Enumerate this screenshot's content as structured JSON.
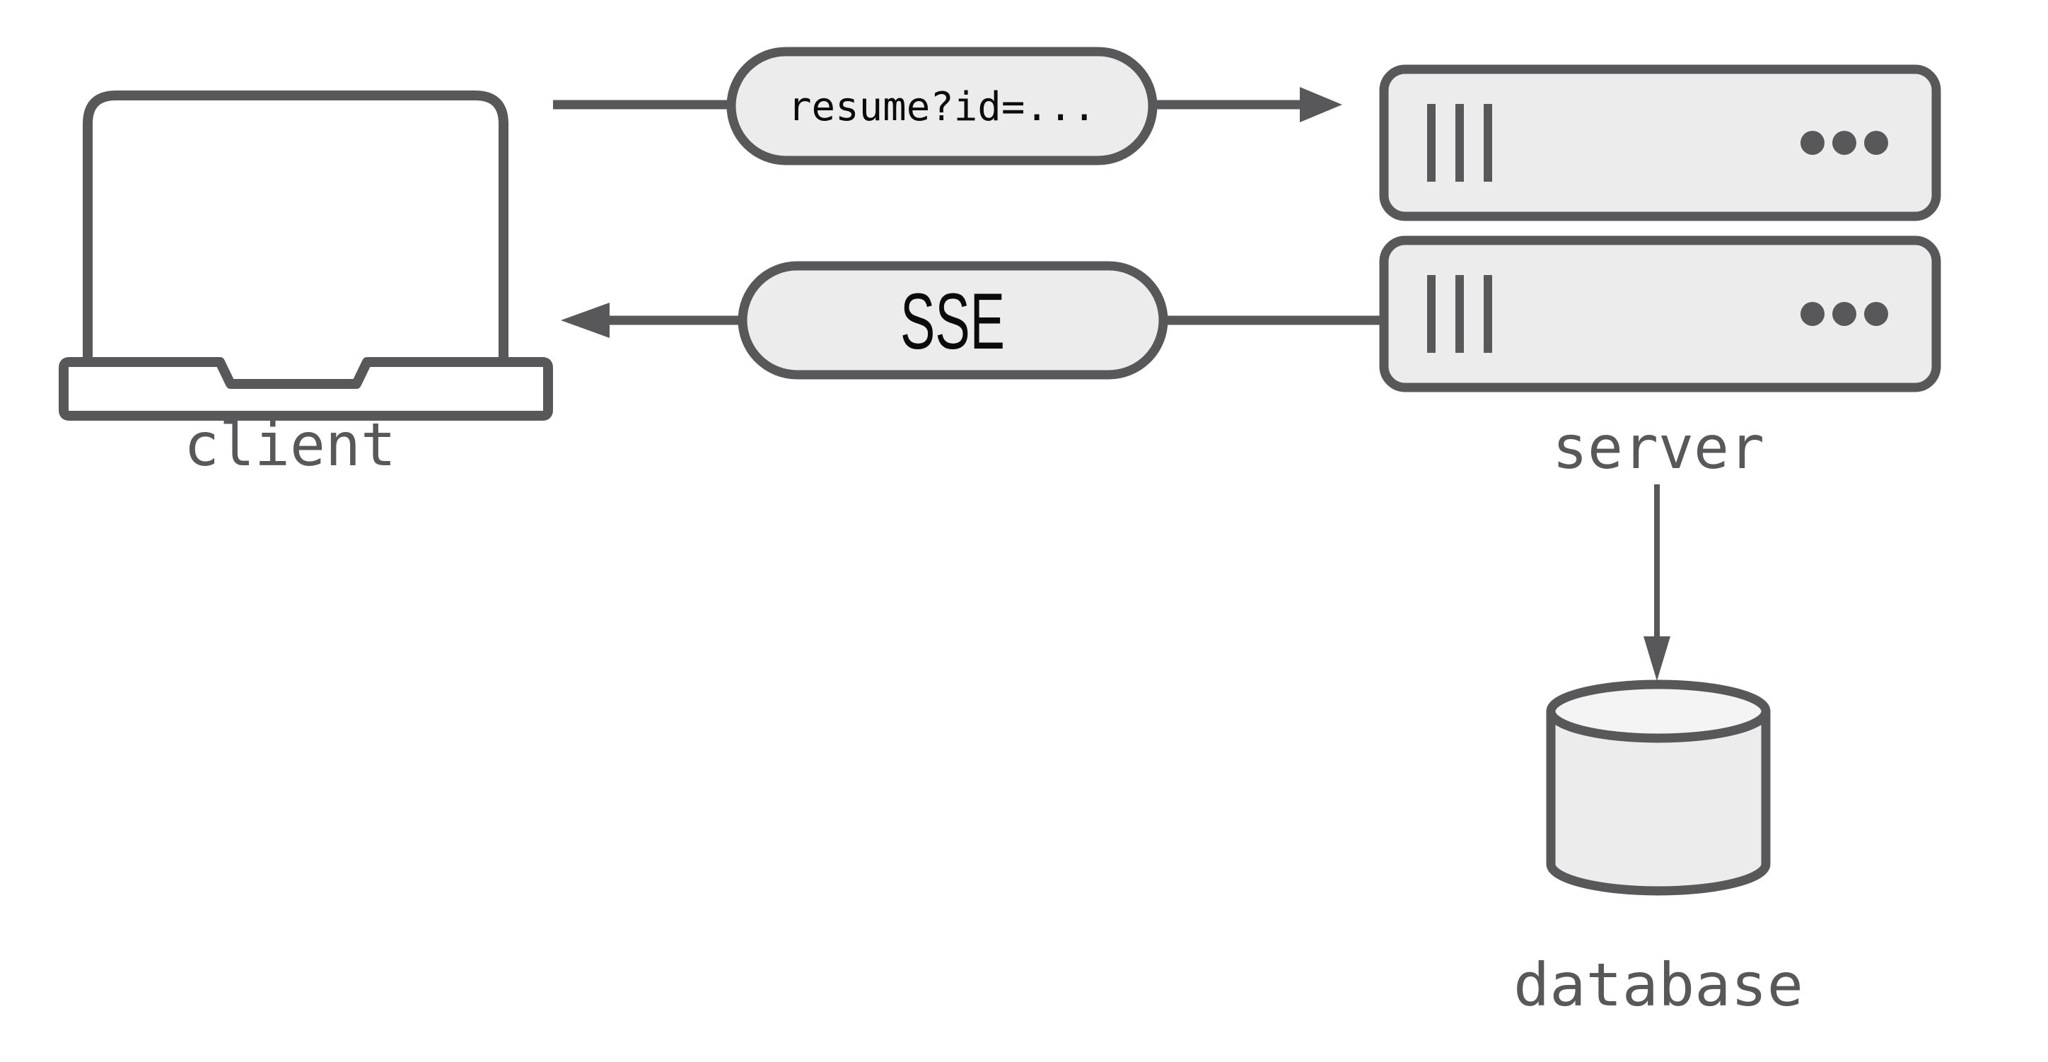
{
  "diagram": {
    "description": "client-server-database data flow diagram",
    "colors": {
      "stroke": "#58585a",
      "fill_light": "#ececec",
      "fill_lighter": "#f4f4f4",
      "label_text": "#58585a",
      "pill_text": "#0b0b0b",
      "background": "#ffffff"
    },
    "nodes": [
      {
        "id": "client",
        "label": "client",
        "icon": "laptop-icon"
      },
      {
        "id": "server",
        "label": "server",
        "icon": "server-stack-icon"
      },
      {
        "id": "database",
        "label": "database",
        "icon": "database-cylinder-icon"
      }
    ],
    "edges": [
      {
        "id": "request",
        "from": "client",
        "to": "server",
        "label": "resume?id=...",
        "direction": "right"
      },
      {
        "id": "sse",
        "from": "server",
        "to": "client",
        "label": "SSE",
        "direction": "left"
      },
      {
        "id": "persist",
        "from": "server",
        "to": "database",
        "direction": "down"
      }
    ]
  }
}
